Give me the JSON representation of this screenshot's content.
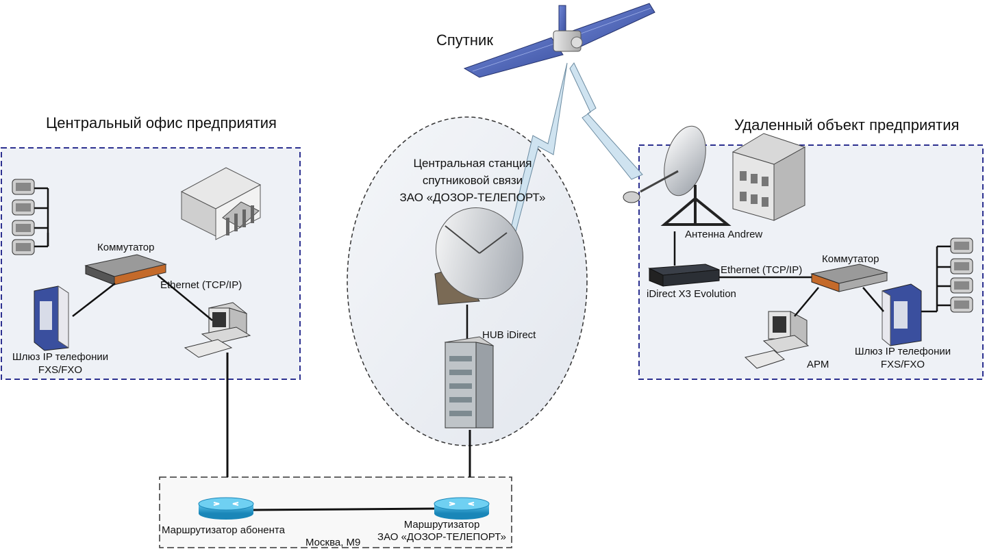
{
  "satellite": {
    "label": "Спутник"
  },
  "central_office": {
    "title": "Центральный офис предприятия",
    "switch_label": "Коммутатор",
    "ethernet_label": "Ethernet (TCP/IP)",
    "gateway_label_1": "Шлюз IP телефонии",
    "gateway_label_2": "FXS/FXO"
  },
  "central_station": {
    "title_1": "Центральная станция",
    "title_2": "спутниковой связи",
    "title_3": "ЗАО «ДОЗОР-ТЕЛЕПОРТ»",
    "hub_label": "HUB iDirect"
  },
  "remote_site": {
    "title": "Удаленный объект предприятия",
    "antenna_label": "Антенна Andrew",
    "modem_label": "iDirect X3 Evolution",
    "ethernet_label": "Ethernet (TCP/IP)",
    "switch_label": "Коммутатор",
    "workstation_label": "АРМ",
    "gateway_label_1": "Шлюз IP телефонии",
    "gateway_label_2": "FXS/FXO"
  },
  "moscow": {
    "subscriber_router_label": "Маршрутизатор абонента",
    "location_label": "Москва, М9",
    "teleport_router_label_1": "Маршрутизатор",
    "teleport_router_label_2": "ЗАО «ДОЗОР-ТЕЛЕПОРТ»"
  },
  "colors": {
    "office_border": "#2b2f8f",
    "office_fill": "#eef1f6",
    "router_blue": "#2aa7d6",
    "lightning": "#cfe3f0",
    "panel_blue": "#4a66c8"
  }
}
